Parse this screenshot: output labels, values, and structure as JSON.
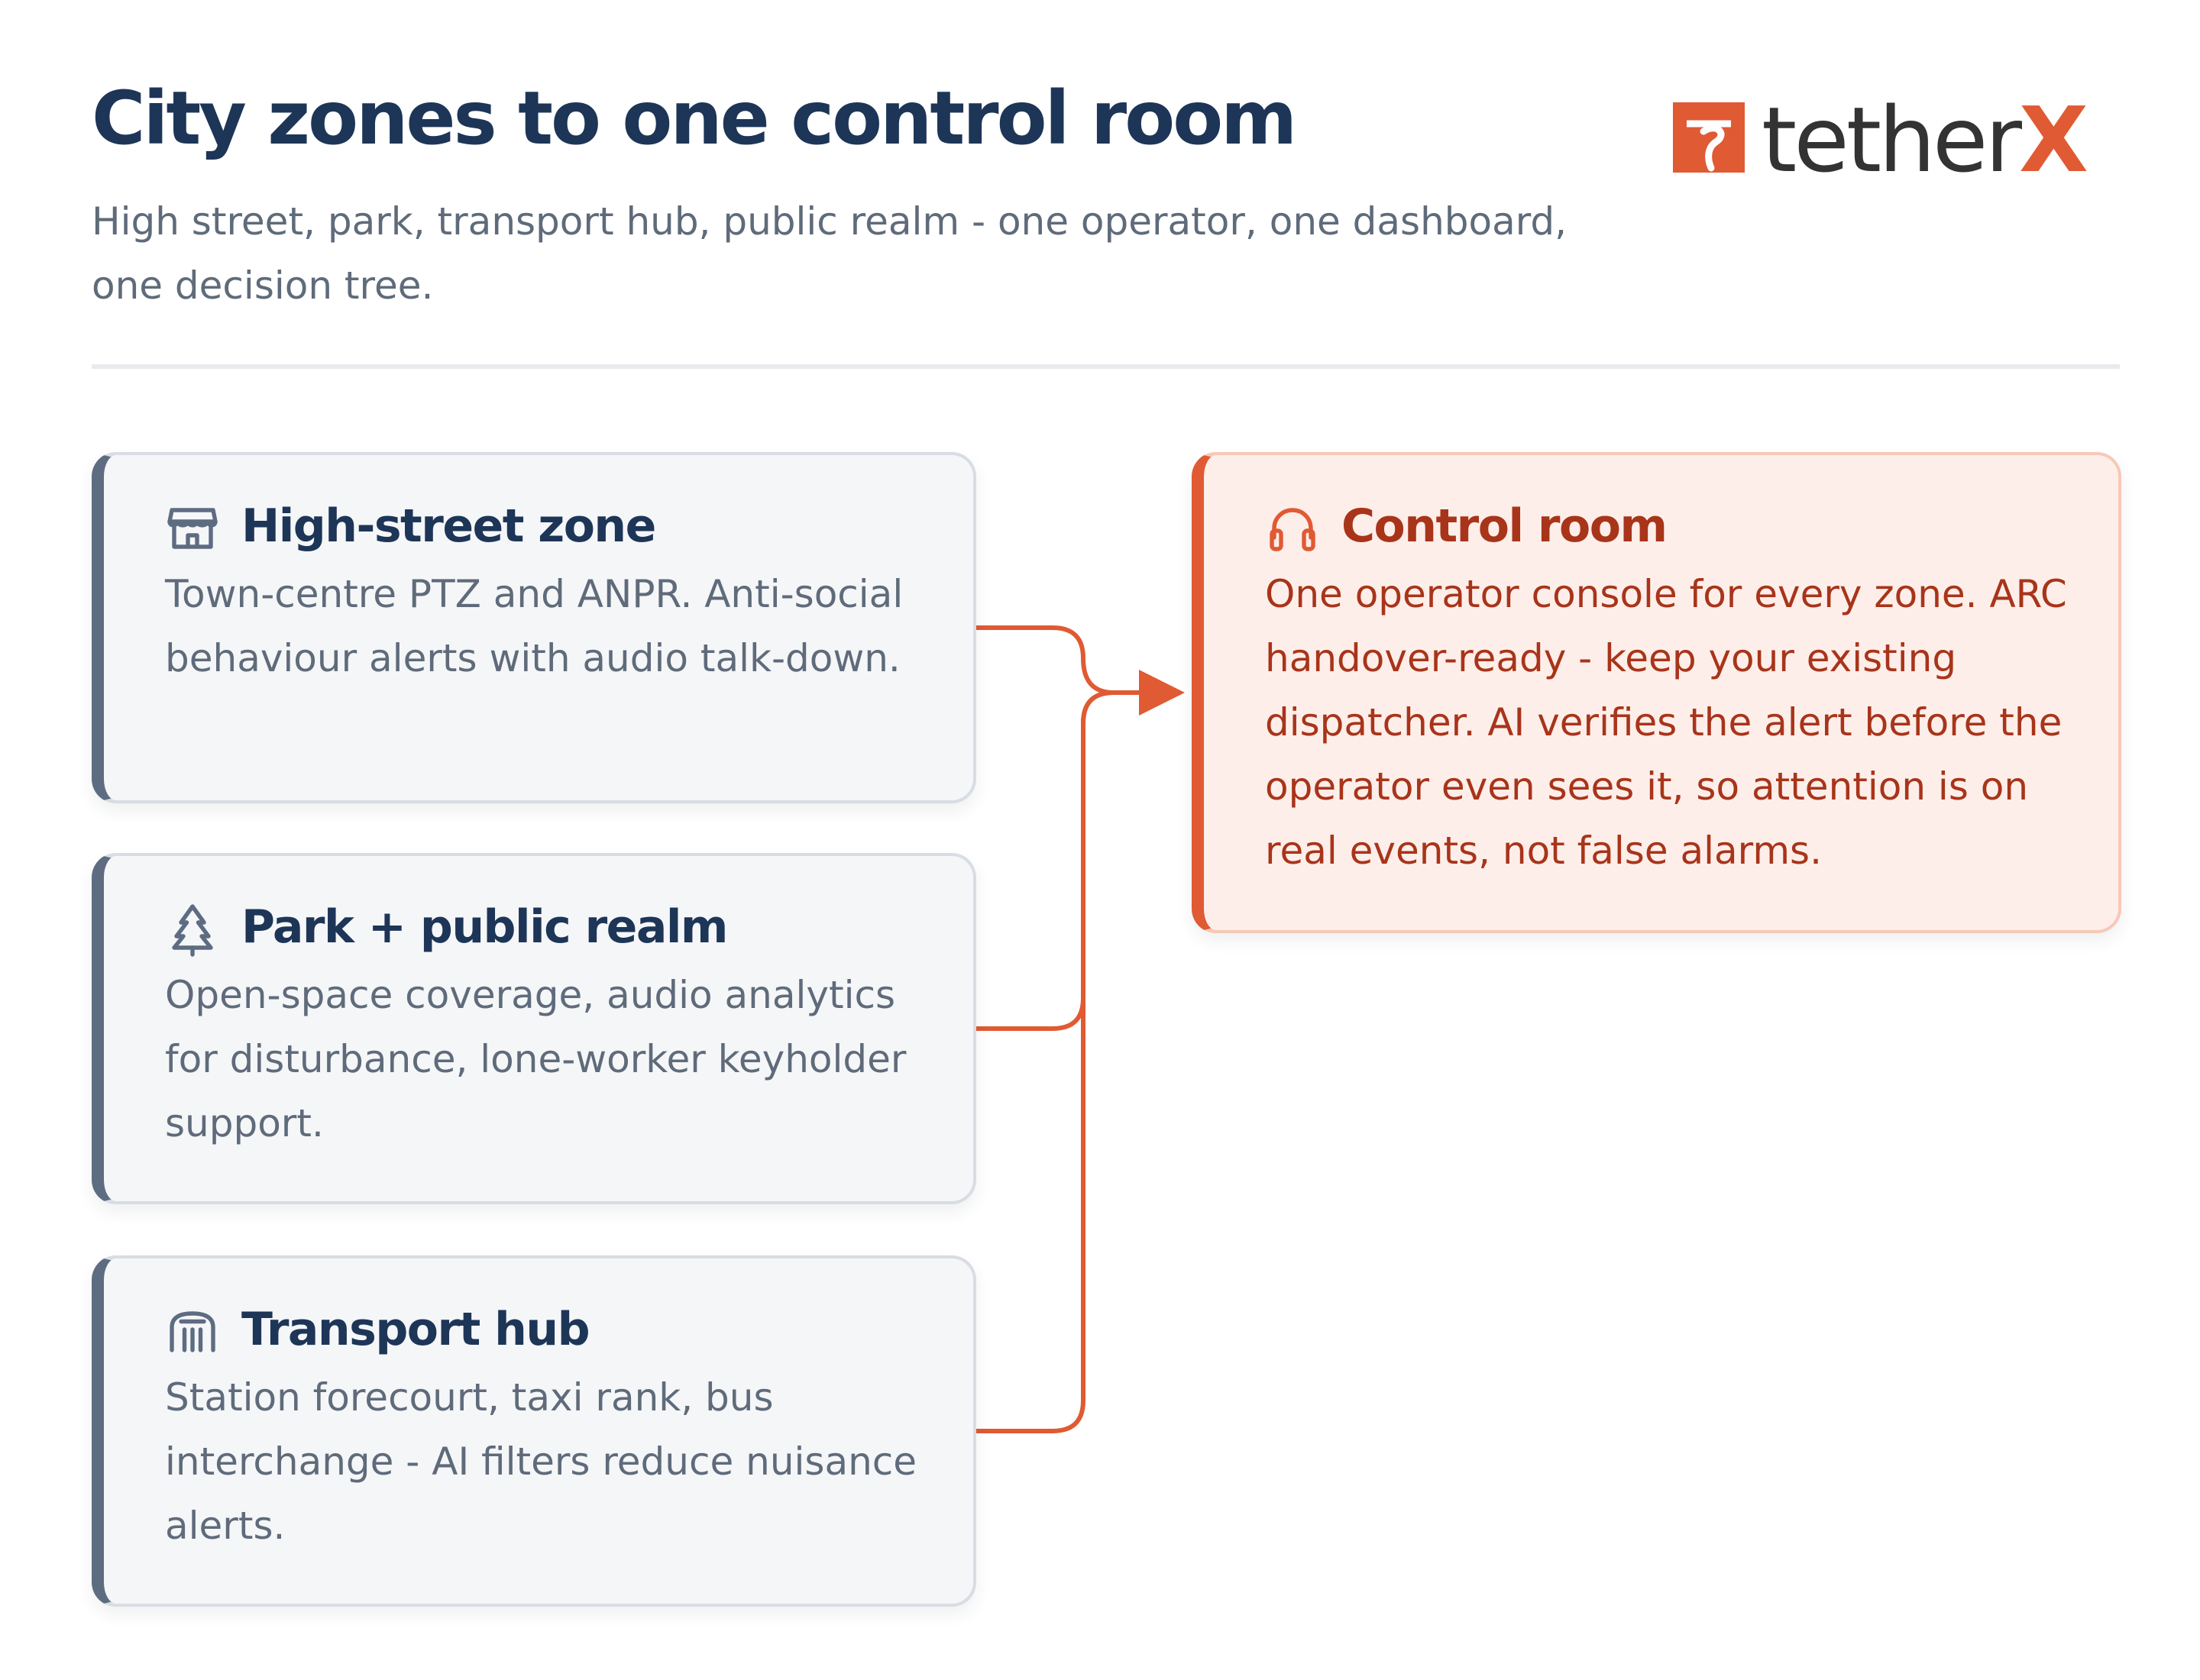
{
  "header": {
    "title": "City zones to one control room",
    "subtitle": "High street, park, transport hub, public realm - one operator, one dashboard, one decision tree."
  },
  "logo": {
    "text_main": "tether",
    "text_accent": "X",
    "mark_icon": "tetherx-mark-icon",
    "brand_color": "#e05a33",
    "text_color": "#333333"
  },
  "zones": [
    {
      "icon": "storefront-icon",
      "title": "High-street zone",
      "body": "Town-centre PTZ and ANPR. Anti-social behaviour alerts with audio talk-down."
    },
    {
      "icon": "tree-icon",
      "title": "Park + public realm",
      "body": "Open-space coverage, audio analytics for disturbance, lone-worker keyholder support."
    },
    {
      "icon": "train-icon",
      "title": "Transport hub",
      "body": "Station forecourt, taxi rank, bus interchange - AI filters reduce nuisance alerts."
    }
  ],
  "control_room": {
    "icon": "headphones-icon",
    "title": "Control room",
    "body": "One operator console for every zone. ARC handover-ready - keep your existing dispatcher. AI verifies the alert before the operator even sees it, so attention is on real events, not false alarms."
  },
  "colors": {
    "title": "#1d3557",
    "muted_text": "#5f6b7a",
    "zone_accent": "#5e6c82",
    "zone_background": "#f5f6f8",
    "control_accent": "#e05a33",
    "control_background": "#fdeee9",
    "control_text": "#a8341a",
    "connector": "#e05a33"
  }
}
